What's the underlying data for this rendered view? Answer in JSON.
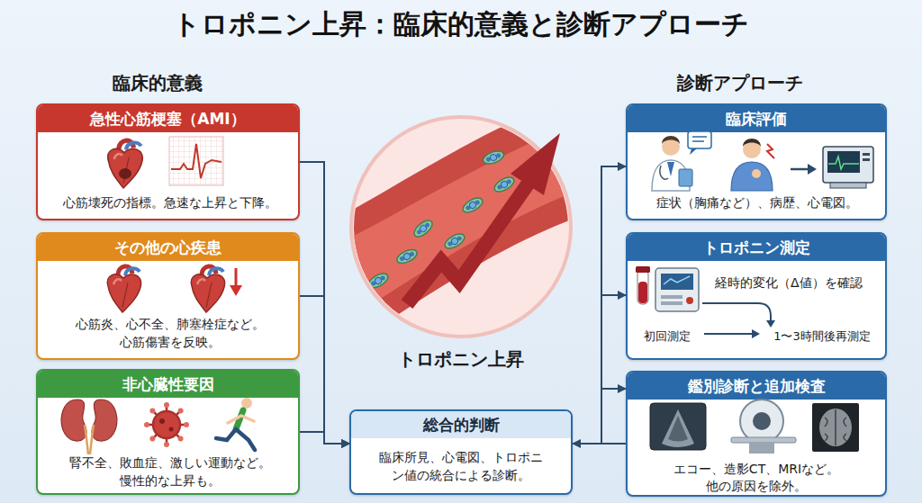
{
  "diagram": {
    "title": "トロポニン上昇：臨床的意義と診断アプローチ",
    "nodes": [
      {
        "text": [
          "急性心筋梗塞（AMI）",
          "心筋壊死の指標。急速な上昇と下降。"
        ]
      },
      {
        "text": [
          "その他の心疾患",
          "心筋炎、心不全、肺塞栓症など。 心筋傷害を反映。"
        ]
      },
      {
        "text": [
          "非心臓性要因",
          "腎不全、敗血症、激しい運動など。 慢性的な上昇も。"
        ]
      },
      {
        "text": [
          "トロポニン上昇"
        ]
      },
      {
        "text": [
          "総合的判断",
          "臨床所見、心電図、トロポニン値の統合による診断。"
        ]
      },
      {
        "text": [
          "臨床評価",
          "症状（胸痛など）、病歴、心電図。"
        ]
      },
      {
        "text": [
          "トロポニン測定",
          "経時的変化（Δ値）を確認",
          "初回測定",
          "1〜3時間後再測定"
        ]
      },
      {
        "text": [
          "鑑別診断と追加検査",
          "エコー、造影CT、MRIなど。 他の原因を除外。"
        ]
      }
    ],
    "edges": [
      {
        "from": 0,
        "to": 4,
        "arrow": "to"
      },
      {
        "from": 1,
        "to": 4,
        "arrow": "to"
      },
      {
        "from": 2,
        "to": 4,
        "arrow": "to"
      },
      {
        "from": 4,
        "to": 5,
        "arrow": "to"
      },
      {
        "from": 4,
        "to": 6,
        "arrow": "to"
      },
      {
        "from": 4,
        "to": 7,
        "arrow": "to"
      },
      {
        "from": 7,
        "to": 4,
        "arrow": "to"
      }
    ],
    "labels": [
      "臨床的意義",
      "診断アプローチ"
    ]
  }
}
